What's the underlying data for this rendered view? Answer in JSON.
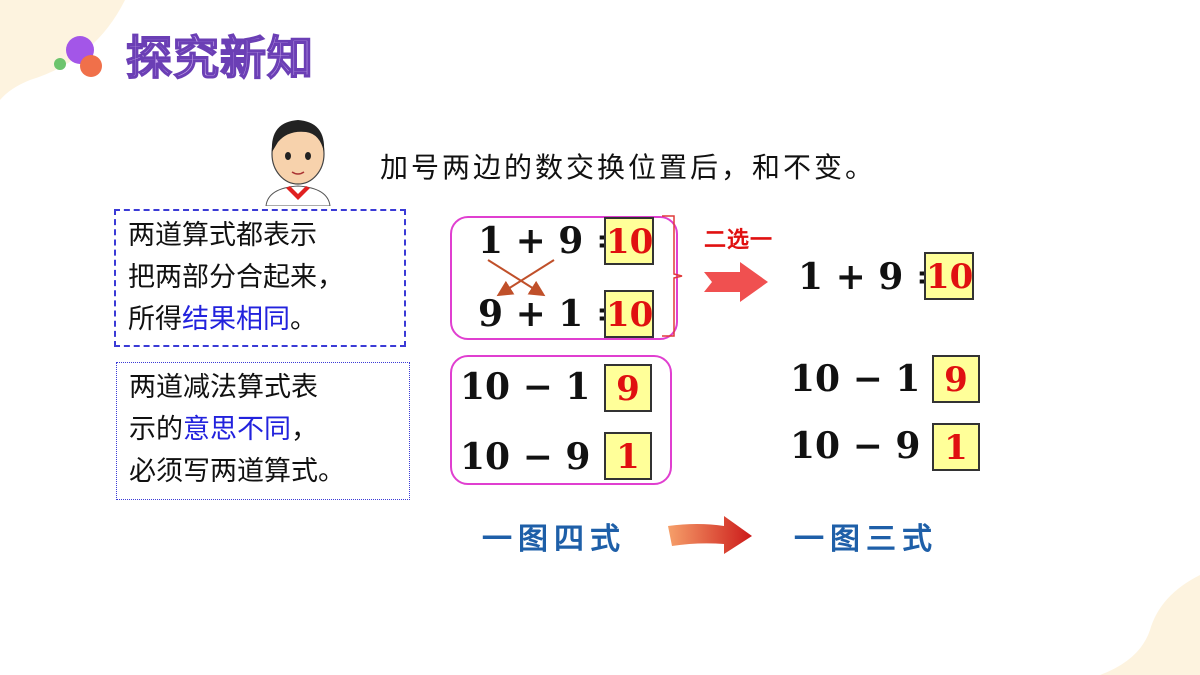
{
  "header": {
    "title": "探究新知"
  },
  "statement": "加号两边的数交换位置后，和不变。",
  "note_add": {
    "line1": "两道算式都表示",
    "line2": "把两部分合起来，",
    "line3_prefix": "所得",
    "line3_highlight": "结果相同",
    "line3_suffix": "。"
  },
  "note_sub": {
    "line1": "两道减法算式表",
    "line2_prefix": "示的",
    "line2_highlight": "意思不同",
    "line2_suffix": "，",
    "line3": "必须写两道算式。"
  },
  "left_equations": [
    {
      "expr": "1 + 9 =",
      "answer": "10"
    },
    {
      "expr": "9 + 1 =",
      "answer": "10"
    },
    {
      "expr": "10 − 1 =",
      "answer": "9"
    },
    {
      "expr": "10 − 9 =",
      "answer": "1"
    }
  ],
  "choose_label": "二选一",
  "right_equations": [
    {
      "expr": "1 + 9 =",
      "answer": "10"
    },
    {
      "expr": "10 − 1 =",
      "answer": "9"
    },
    {
      "expr": "10 − 9 =",
      "answer": "1"
    }
  ],
  "bottom": {
    "left": "一图四式",
    "right": "一图三式"
  },
  "colors": {
    "title_fill": "#c9a8ee",
    "answer_red": "#e01010",
    "box_fill": "#ffff99",
    "group_border": "#e03fd0",
    "bottom_text": "#1e5fa8",
    "arrow": "#f05050"
  }
}
